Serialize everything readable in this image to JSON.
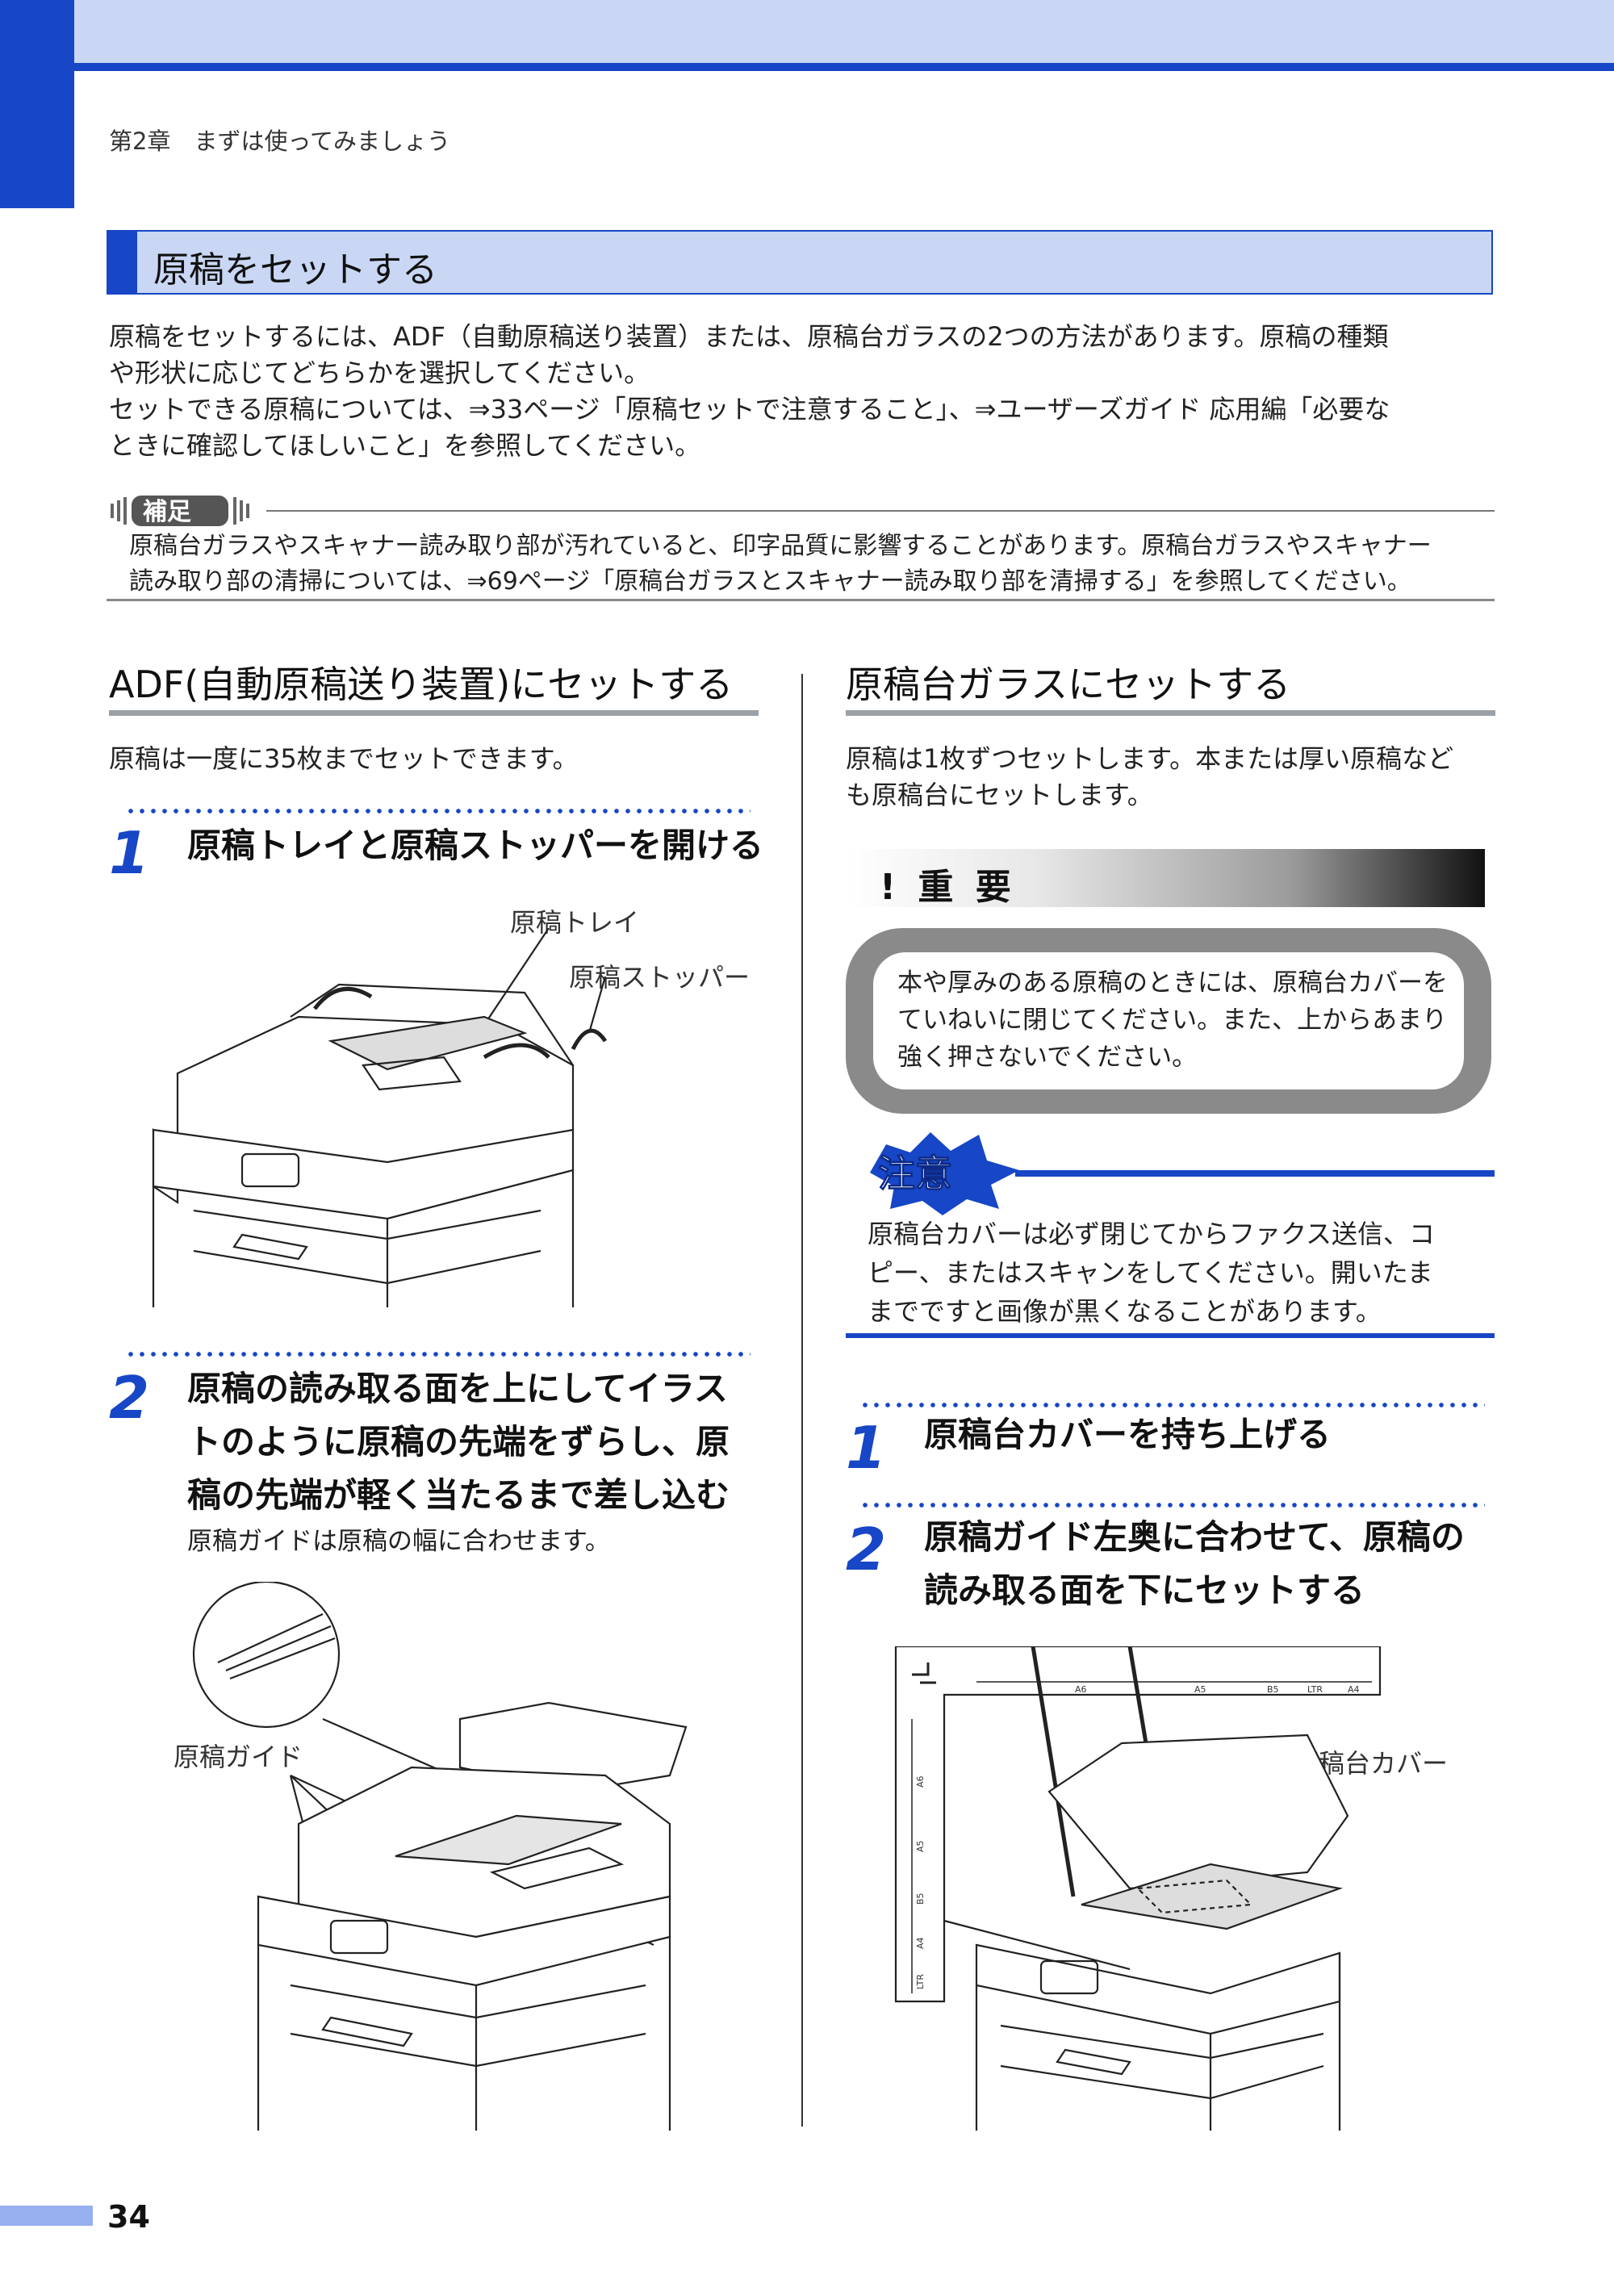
{
  "header": {
    "chapter": "第2章　まずは使ってみましょう"
  },
  "section": {
    "title": "原稿をセットする",
    "intro": [
      "原稿をセットするには、ADF（自動原稿送り装置）または、原稿台ガラスの2つの方法があります。原稿の種類",
      "や形状に応じてどちらかを選択してください。",
      "セットできる原稿については、⇒33ページ「原稿セットで注意すること」、⇒ユーザーズガイド 応用編「必要な",
      "ときに確認してほしいこと」を参照してください。"
    ]
  },
  "note": {
    "badge": "補足",
    "lines": [
      "原稿台ガラスやスキャナー読み取り部が汚れていると、印字品質に影響することがあります。原稿台ガラスやスキャナー",
      "読み取り部の清掃については、⇒69ページ「原稿台ガラスとスキャナー読み取り部を清掃する」を参照してください。"
    ]
  },
  "left_column": {
    "title": "ADF(自動原稿送り装置)にセットする",
    "description": "原稿は一度に35枚までセットできます。",
    "step1": {
      "number": "1",
      "title": "原稿トレイと原稿ストッパーを開ける",
      "label_tray": "原稿トレイ",
      "label_stopper": "原稿ストッパー"
    },
    "step2": {
      "number": "2",
      "title_lines": [
        "原稿の読み取る面を上にしてイラス",
        "トのように原稿の先端をずらし、原",
        "稿の先端が軽く当たるまで差し込む"
      ],
      "subtext": "原稿ガイドは原稿の幅に合わせます。",
      "label_guide": "原稿ガイド"
    }
  },
  "right_column": {
    "title": "原稿台ガラスにセットする",
    "description": [
      "原稿は1枚ずつセットします。本または厚い原稿など",
      "も原稿台にセットします。"
    ],
    "important": {
      "title": "! 重 要",
      "lines": [
        "本や厚みのある原稿のときには、原稿台カバーを",
        "ていねいに閉じてください。また、上からあまり",
        "強く押さないでください。"
      ]
    },
    "caution": {
      "badge": "注意",
      "lines": [
        "原稿台カバーは必ず閉じてからファクス送信、コ",
        "ピー、またはスキャンをしてください。開いたま",
        "までですと画像が黒くなることがあります。"
      ]
    },
    "step1": {
      "number": "1",
      "title": "原稿台カバーを持ち上げる"
    },
    "step2": {
      "number": "2",
      "title_lines": [
        "原稿ガイド左奥に合わせて、原稿の",
        "読み取る面を下にセットする"
      ],
      "label_cover": "原稿台カバー",
      "scale": [
        "A6",
        "A5",
        "B5",
        "LTR",
        "A4"
      ],
      "scale_v": [
        "A6",
        "A5",
        "B5",
        "A4",
        "LTR"
      ]
    }
  },
  "footer": {
    "page_number": "34"
  }
}
